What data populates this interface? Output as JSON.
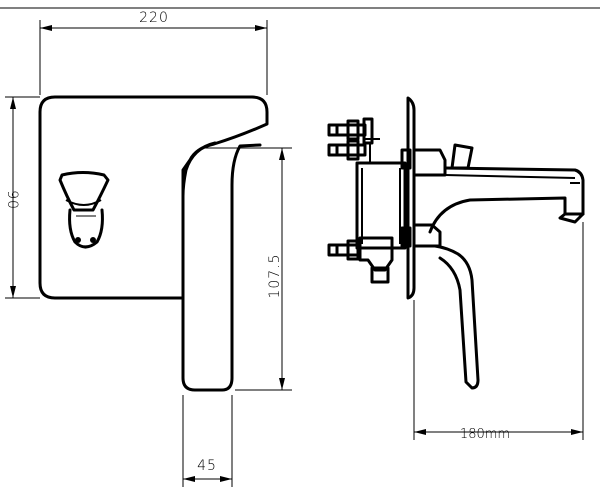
{
  "dimensions": {
    "top_width": "220",
    "left_height": "90",
    "spout_height": "107.5",
    "spout_width": "45",
    "spout_length": "180mm"
  }
}
